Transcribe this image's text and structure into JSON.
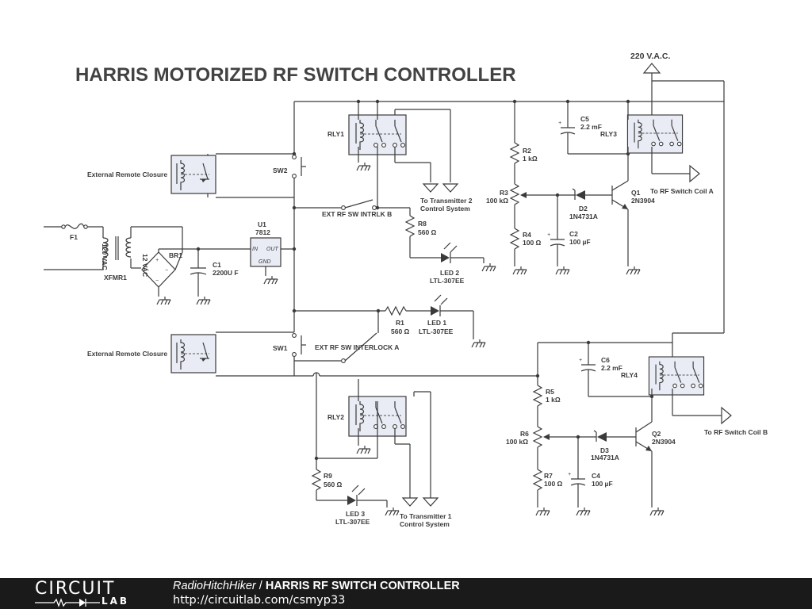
{
  "title": "HARRIS MOTORIZED RF SWITCH CONTROLLER",
  "supply_label": "220 V.A.C.",
  "labels": {
    "ext_remote_b": "External Remote Closure",
    "ext_remote_a": "External Remote Closure",
    "sw2": "SW2",
    "sw1": "SW1",
    "rly1": "RLY1",
    "rly2": "RLY2",
    "rly3": "RLY3",
    "rly4": "RLY4",
    "tx2_line1": "To Transmitter 2",
    "tx2_line2": "Control System",
    "tx1_line1": "To Transmitter 1",
    "tx1_line2": "Control System",
    "interlock_b": "EXT RF SW INTRLK B",
    "interlock_a": "EXT RF SW INTERLOCK A",
    "r8_name": "R8",
    "r8_value": "560 Ω",
    "led2_name": "LED 2",
    "led2_part": "LTL-307EE",
    "r1_name": "R1",
    "r1_value": "560 Ω",
    "led1_name": "LED 1",
    "led1_part": "LTL-307EE",
    "r9_name": "R9",
    "r9_value": "560 Ω",
    "led3_name": "LED 3",
    "led3_part": "LTL-307EE",
    "u1_name": "U1",
    "u1_part": "7812",
    "u1_in": "IN",
    "u1_out": "OUT",
    "u1_gnd": "GND",
    "f1": "F1",
    "xfmr_primary": "120 VAC",
    "xfmr_secondary": "12 VAC",
    "xfmr_name": "XFMR1",
    "br1": "BR1",
    "c1_name": "C1",
    "c1_value": "2200U F",
    "c5_name": "C5",
    "c5_value": "2.2 mF",
    "c2_name": "C2",
    "c2_value": "100 µF",
    "r2_name": "R2",
    "r2_value": "1 kΩ",
    "r3_name": "R3",
    "r3_value": "100 kΩ",
    "r4_name": "R4",
    "r4_value": "100 Ω",
    "d2_name": "D2",
    "d2_part": "1N4731A",
    "q1_name": "Q1",
    "q1_part": "2N3904",
    "coil_a": "To RF Switch Coil A",
    "c6_name": "C6",
    "c6_value": "2.2 mF",
    "c4_name": "C4",
    "c4_value": "100 µF",
    "r5_name": "R5",
    "r5_value": "1 kΩ",
    "r6_name": "R6",
    "r6_value": "100 kΩ",
    "r7_name": "R7",
    "r7_value": "100 Ω",
    "d3_name": "D3",
    "d3_part": "1N4731A",
    "q2_name": "Q2",
    "q2_part": "2N3904",
    "coil_b": "To RF Switch Coil B"
  },
  "footer": {
    "logo_top": "CIRCUIT",
    "logo_bottom": "LAB",
    "author": "RadioHitchHiker",
    "separator": " / ",
    "title": "HARRIS RF SWITCH CONTROLLER",
    "url": "http://circuitlab.com/csmyp33"
  }
}
